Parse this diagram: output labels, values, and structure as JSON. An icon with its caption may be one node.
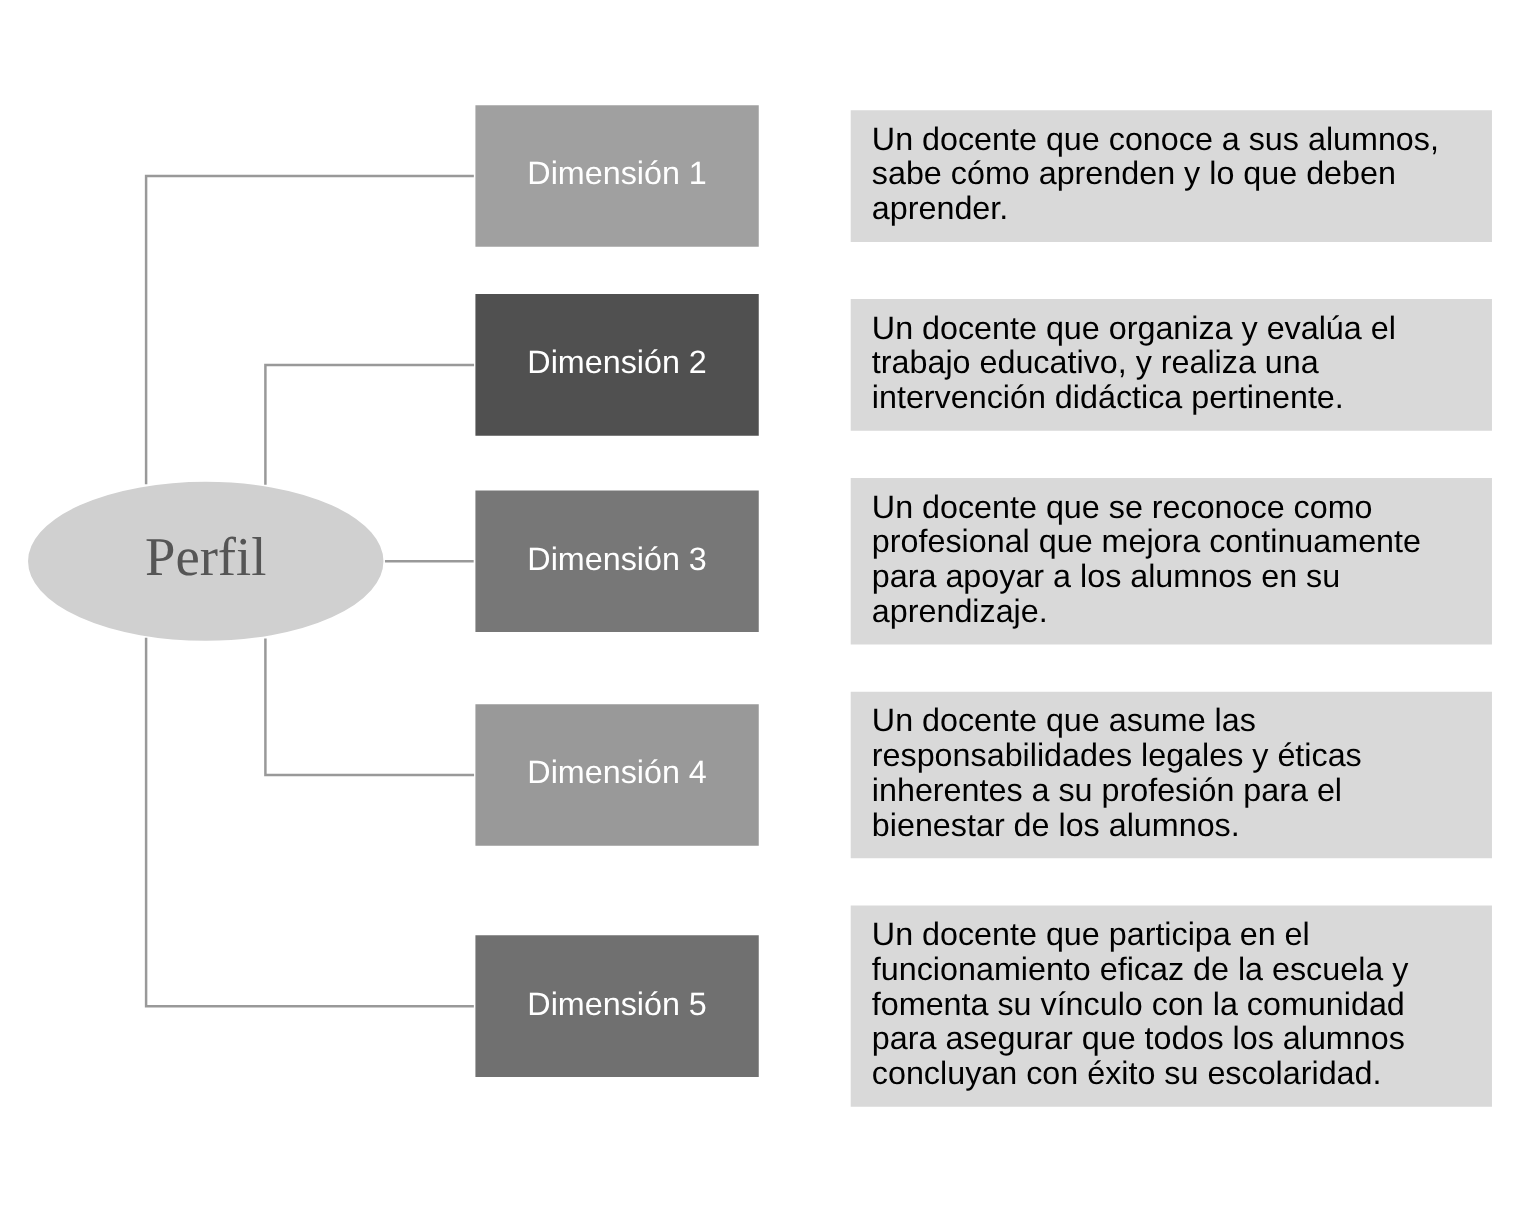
{
  "diagram": {
    "nodes": [
      {
        "text": [
          "Perfil"
        ]
      },
      {
        "text": [
          "Dimensión 1"
        ]
      },
      {
        "text": [
          "Un docente que conoce a sus alumnos, sabe cómo aprenden y lo que deben aprender."
        ]
      },
      {
        "text": [
          "Dimensión 2"
        ]
      },
      {
        "text": [
          "Un docente que organiza y evalúa el trabajo educativo, y realiza una intervención didáctica pertinente."
        ]
      },
      {
        "text": [
          "Dimensión 3"
        ]
      },
      {
        "text": [
          "Un docente que se reconoce como profesional que mejora continuamente para apoyar a los alumnos en su aprendizaje."
        ]
      },
      {
        "text": [
          "Dimensión 4"
        ]
      },
      {
        "text": [
          "Un docente que asume las responsabilidades legales y éticas inherentes a su profesión para el bienestar de los alumnos."
        ]
      },
      {
        "text": [
          "Dimensión 5"
        ]
      },
      {
        "text": [
          "Un docente que participa en el funcionamiento eficaz de la escuela y fomenta su vínculo con la comunidad para asegurar que todos los alumnos concluyan con éxito su escolaridad."
        ]
      }
    ],
    "edges": [
      {
        "from": 0,
        "to": 1,
        "arrow": "none"
      },
      {
        "from": 0,
        "to": 3,
        "arrow": "none"
      },
      {
        "from": 0,
        "to": 5,
        "arrow": "none"
      },
      {
        "from": 0,
        "to": 7,
        "arrow": "none"
      },
      {
        "from": 0,
        "to": 9,
        "arrow": "none"
      }
    ]
  }
}
